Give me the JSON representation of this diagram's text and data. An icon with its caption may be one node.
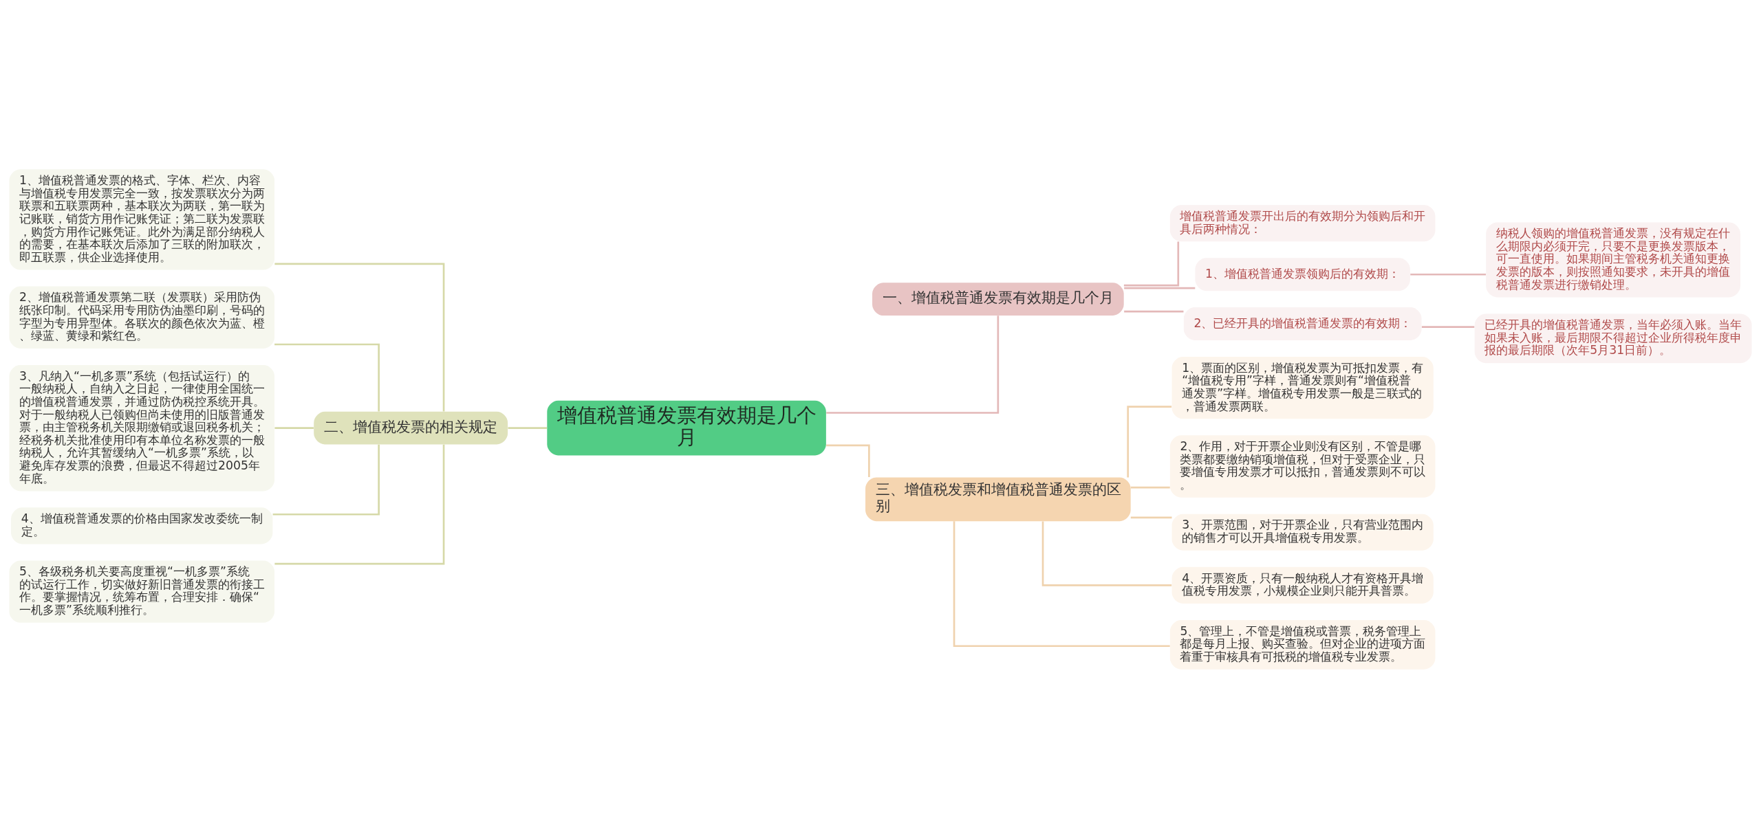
{
  "diagram": {
    "nodes": [
      {
        "text": [
          "增值税普通发票有效期是几个月"
        ]
      },
      {
        "text": [
          "一、增值税普通发票有效期是几个月"
        ]
      },
      {
        "text": [
          "增值税普通发票开出后的有效期分为领购后和开具后两种情况："
        ]
      },
      {
        "text": [
          "1、增值税普通发票领购后的有效期："
        ]
      },
      {
        "text": [
          "纳税人领购的增值税普通发票，没有规定在什么期限内必须开完，只要不是更换发票版本，可一直使用。如果期间主管税务机关通知更换发票的版本，则按照通知要求，未开具的增值税普通发票进行缴销处理。"
        ]
      },
      {
        "text": [
          "2、已经开具的增值税普通发票的有效期："
        ]
      },
      {
        "text": [
          "已经开具的增值税普通发票，当年必须入账。当年如果未入账，最后期限不得超过企业所得税年度申报的最后期限（次年5月31日前）。"
        ]
      },
      {
        "text": [
          "二、增值税发票的相关规定"
        ]
      },
      {
        "text": [
          "1、增值税普通发票的格式、字体、栏次、内容与增值税专用发票完全一致，按发票联次分为两联票和五联票两种，基本联次为两联，第一联为记账联，销货方用作记账凭证；第二联为发票联，购货方用作记账凭证。此外为满足部分纳税人的需要，在基本联次后添加了三联的附加联次，即五联票，供企业选择使用。"
        ]
      },
      {
        "text": [
          "2、增值税普通发票第二联（发票联）采用防伪纸张印制。代码采用专用防伪油墨印刷，号码的字型为专用异型体。各联次的颜色依次为蓝、橙、绿蓝、黄绿和紫红色。"
        ]
      },
      {
        "text": [
          "3、凡纳入“一机多票”系统（包括试运行）的一般纳税人，自纳入之日起，一律使用全国统一的增值税普通发票，并通过防伪税控系统开具。对于一般纳税人已领购但尚未使用的旧版普通发票，由主管税务机关限期缴销或退回税务机关；经税务机关批准使用印有本单位名称发票的一般纳税人，允许其暂缓纳入“一机多票”系统，以避免库存发票的浪费，但最迟不得超过2005年年底。"
        ]
      },
      {
        "text": [
          "4、增值税普通发票的价格由国家发改委统一制定。"
        ]
      },
      {
        "text": [
          "5、各级税务机关要高度重视“一机多票”系统的试运行工作，切实做好新旧普通发票的衔接工作。要掌握情况，统筹布置，合理安排．确保“一机多票”系统顺利推行。"
        ]
      },
      {
        "text": [
          "三、增值税发票和增值税普通发票的区别"
        ]
      },
      {
        "text": [
          "1、票面的区别，增值税发票为可抵扣发票，有“增值税专用”字样，普通发票则有“增值税普通发票”字样。增值税专用发票一般是三联式的，普通发票两联。"
        ]
      },
      {
        "text": [
          "2、作用，对于开票企业则没有区别，不管是哪类票都要缴纳销项增值税，但对于受票企业，只要增值专用发票才可以抵扣，普通发票则不可以。"
        ]
      },
      {
        "text": [
          "3、开票范围，对于开票企业，只有营业范围内的销售才可以开具增值税专用发票。"
        ]
      },
      {
        "text": [
          "4、开票资质，只有一般纳税人才有资格开具增值税专用发票，小规模企业则只能开具普票。"
        ]
      },
      {
        "text": [
          "5、管理上，不管是增值税或普票，税务管理上都是每月上报、购买查验。但对企业的进项方面着重于审核具有可抵税的增值税专业发票。"
        ]
      }
    ],
    "edges": [
      {
        "from": 0,
        "to": 1,
        "arrow": "none",
        "color": "#e3b8b8"
      },
      {
        "from": 1,
        "to": 2,
        "arrow": "none",
        "color": "#e3b8b8"
      },
      {
        "from": 1,
        "to": 3,
        "arrow": "none",
        "color": "#e3b8b8"
      },
      {
        "from": 3,
        "to": 4,
        "arrow": "none",
        "color": "#e3b8b8"
      },
      {
        "from": 1,
        "to": 5,
        "arrow": "none",
        "color": "#e3b8b8"
      },
      {
        "from": 5,
        "to": 6,
        "arrow": "none",
        "color": "#e3b8b8"
      },
      {
        "from": 8,
        "to": 7,
        "arrow": "none",
        "color": "#d6d9a8"
      },
      {
        "from": 9,
        "to": 7,
        "arrow": "none",
        "color": "#d6d9a8"
      },
      {
        "from": 10,
        "to": 7,
        "arrow": "none",
        "color": "#d6d9a8"
      },
      {
        "from": 11,
        "to": 7,
        "arrow": "none",
        "color": "#d6d9a8"
      },
      {
        "from": 12,
        "to": 7,
        "arrow": "none",
        "color": "#d6d9a8"
      },
      {
        "from": 7,
        "to": 0,
        "arrow": "none",
        "color": "#d6d9a8"
      },
      {
        "from": 0,
        "to": 13,
        "arrow": "none",
        "color": "#efd2ae"
      },
      {
        "from": 13,
        "to": 14,
        "arrow": "none",
        "color": "#efd2ae"
      },
      {
        "from": 13,
        "to": 15,
        "arrow": "none",
        "color": "#efd2ae"
      },
      {
        "from": 13,
        "to": 16,
        "arrow": "none",
        "color": "#efd2ae"
      },
      {
        "from": 13,
        "to": 17,
        "arrow": "none",
        "color": "#efd2ae"
      },
      {
        "from": 13,
        "to": 18,
        "arrow": "none",
        "color": "#efd2ae"
      }
    ]
  }
}
